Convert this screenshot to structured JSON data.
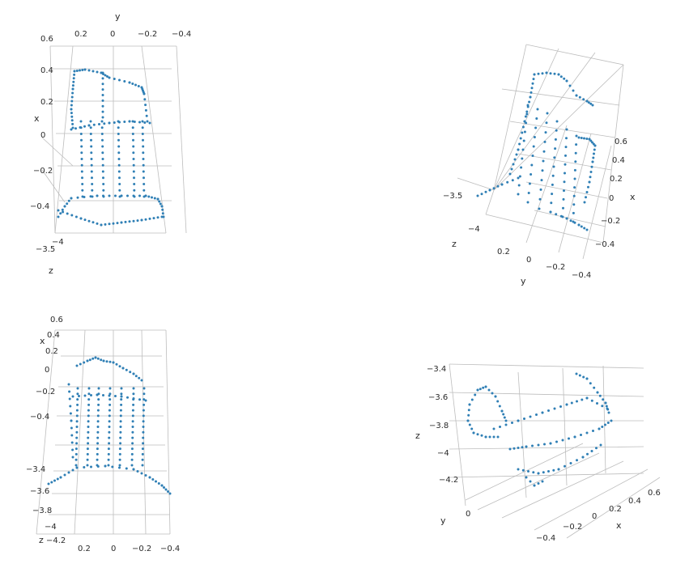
{
  "chart_data": [
    {
      "type": "scatter",
      "title": "",
      "view": "top",
      "axes": {
        "x": {
          "label": "x",
          "ticks": [
            "0.6",
            "0.4",
            "0.2",
            "0",
            "−0.2",
            "−0.4"
          ],
          "range": [
            -0.45,
            0.6
          ]
        },
        "y": {
          "label": "y",
          "ticks": [
            "0.2",
            "0",
            "−0.2",
            "−0.4"
          ],
          "range": [
            -0.45,
            0.3
          ]
        },
        "z": {
          "label": "z",
          "ticks": [
            "−3.5",
            "−4"
          ],
          "range": [
            -4.2,
            -3.4
          ]
        }
      },
      "grid": true,
      "color": "#2f7fb5",
      "series": [
        {
          "points": [
            [
              0.42,
              0.18,
              -3.45
            ],
            [
              0.44,
              0.12,
              -3.45
            ],
            [
              0.44,
              0.05,
              -3.45
            ],
            [
              0.42,
              0.0,
              -3.45
            ],
            [
              0.4,
              -0.06,
              -3.45
            ],
            [
              0.38,
              -0.12,
              -3.45
            ],
            [
              0.36,
              -0.18,
              -3.45
            ],
            [
              0.3,
              0.22,
              -3.5
            ],
            [
              0.2,
              0.22,
              -3.5
            ],
            [
              0.1,
              0.22,
              -3.5
            ],
            [
              0.05,
              0.22,
              -3.5
            ],
            [
              0.06,
              0.1,
              -3.6
            ],
            [
              0.06,
              0.0,
              -3.6
            ],
            [
              0.06,
              -0.1,
              -3.6
            ],
            [
              0.06,
              -0.2,
              -3.6
            ],
            [
              -0.3,
              0.25,
              -3.9
            ],
            [
              -0.3,
              0.15,
              -3.9
            ],
            [
              -0.3,
              0.05,
              -3.9
            ],
            [
              -0.3,
              -0.05,
              -3.9
            ],
            [
              -0.3,
              -0.15,
              -3.9
            ],
            [
              -0.3,
              -0.25,
              -3.9
            ],
            [
              -0.45,
              0.3,
              -4.1
            ],
            [
              -0.47,
              0.15,
              -4.1
            ],
            [
              -0.48,
              0.0,
              -4.1
            ],
            [
              -0.48,
              -0.15,
              -4.1
            ],
            [
              -0.47,
              -0.3,
              -4.1
            ]
          ]
        }
      ]
    },
    {
      "type": "scatter",
      "title": "",
      "view": "oblique",
      "axes": {
        "x": {
          "label": "x",
          "ticks": [
            "0.6",
            "0.4",
            "0.2",
            "0",
            "−0.2",
            "−0.4"
          ],
          "range": [
            -0.45,
            0.6
          ]
        },
        "y": {
          "label": "y",
          "ticks": [
            "0.2",
            "0",
            "−0.2",
            "−0.4"
          ],
          "range": [
            -0.45,
            0.3
          ]
        },
        "z": {
          "label": "z",
          "ticks": [
            "−3.5",
            "−4"
          ],
          "range": [
            -4.2,
            -3.4
          ]
        }
      },
      "grid": true,
      "color": "#2f7fb5",
      "series": [
        {
          "points": [
            [
              0.4,
              0.2,
              -3.5
            ],
            [
              0.35,
              0.15,
              -3.55
            ],
            [
              0.3,
              0.1,
              -3.6
            ],
            [
              0.25,
              0.05,
              -3.65
            ],
            [
              0.2,
              0.0,
              -3.7
            ],
            [
              0.1,
              -0.05,
              -3.75
            ],
            [
              0.0,
              -0.1,
              -3.8
            ],
            [
              -0.1,
              -0.15,
              -3.85
            ],
            [
              -0.2,
              -0.2,
              -3.9
            ],
            [
              -0.3,
              -0.25,
              -3.95
            ],
            [
              0.45,
              -0.1,
              -3.6
            ],
            [
              0.4,
              -0.2,
              -3.7
            ],
            [
              0.3,
              -0.3,
              -3.8
            ],
            [
              0.2,
              -0.35,
              -3.9
            ]
          ]
        }
      ]
    },
    {
      "type": "scatter",
      "title": "",
      "view": "front",
      "axes": {
        "x": {
          "label": "x",
          "ticks": [
            "0.6",
            "0.4",
            "0.2",
            "0",
            "−0.2",
            "−0.4"
          ],
          "range": [
            -0.45,
            0.6
          ]
        },
        "y": {
          "label": "",
          "ticks": [
            "0.2",
            "0",
            "−0.2",
            "−0.4"
          ],
          "range": [
            -0.45,
            0.3
          ]
        },
        "z": {
          "label": "z",
          "ticks": [
            "−3.4",
            "−3.6",
            "−3.8",
            "−4",
            "−4.2"
          ],
          "range": [
            -4.2,
            -3.4
          ]
        }
      },
      "grid": true,
      "color": "#2f7fb5",
      "series": [
        {
          "points": [
            [
              0.2,
              0.05,
              -3.5
            ],
            [
              0.1,
              0.05,
              -3.55
            ],
            [
              0.0,
              0.05,
              -3.6
            ],
            [
              -0.1,
              0.05,
              -3.65
            ],
            [
              -0.2,
              0.05,
              -3.7
            ],
            [
              0.2,
              -0.1,
              -3.6
            ],
            [
              0.1,
              -0.1,
              -3.65
            ],
            [
              0.0,
              -0.1,
              -3.7
            ],
            [
              -0.1,
              -0.1,
              -3.75
            ],
            [
              -0.2,
              -0.1,
              -3.8
            ],
            [
              0.25,
              0.2,
              -3.9
            ],
            [
              0.0,
              0.2,
              -3.95
            ],
            [
              -0.25,
              0.2,
              -4.0
            ]
          ]
        }
      ]
    },
    {
      "type": "scatter",
      "title": "",
      "view": "side",
      "axes": {
        "x": {
          "label": "x",
          "ticks": [
            "0.6",
            "0.4",
            "0.2",
            "0",
            "−0.2",
            "−0.4"
          ],
          "range": [
            -0.45,
            0.6
          ]
        },
        "y": {
          "label": "y",
          "ticks": [
            "0",
            "−0.4"
          ],
          "range": [
            -0.45,
            0.3
          ]
        },
        "z": {
          "label": "z",
          "ticks": [
            "−3.4",
            "−3.6",
            "−3.8",
            "−4",
            "−4.2"
          ],
          "range": [
            -4.2,
            -3.4
          ]
        }
      },
      "grid": true,
      "color": "#2f7fb5",
      "series": [
        {
          "points": [
            [
              0.6,
              0.1,
              -3.7
            ],
            [
              0.5,
              0.1,
              -3.75
            ],
            [
              0.4,
              0.1,
              -3.8
            ],
            [
              0.3,
              0.1,
              -3.85
            ],
            [
              0.2,
              0.1,
              -3.9
            ],
            [
              0.1,
              0.1,
              -3.95
            ],
            [
              0.0,
              0.1,
              -4.0
            ],
            [
              -0.1,
              0.1,
              -4.05
            ],
            [
              0.2,
              0.0,
              -3.6
            ],
            [
              0.0,
              -0.1,
              -3.65
            ],
            [
              -0.2,
              -0.2,
              -3.7
            ],
            [
              -0.35,
              -0.3,
              -3.75
            ]
          ]
        }
      ]
    }
  ],
  "labels": {
    "p1": {
      "x_title": "x",
      "y_title": "y",
      "z_title": "z",
      "y_ticks": [
        "0.2",
        "0",
        "−0.2",
        "−0.4"
      ],
      "x_ticks": [
        "0.6",
        "0.4",
        "0.2",
        "0",
        "−0.2",
        "−0.4"
      ],
      "z_ticks": [
        "−3.5",
        "−4"
      ]
    },
    "p2": {
      "x_title": "x",
      "y_title": "y",
      "z_title": "z",
      "x_ticks": [
        "0.6",
        "0.4",
        "0.2",
        "0",
        "−0.2",
        "−0.4"
      ],
      "y_ticks": [
        "0.2",
        "0",
        "−0.2",
        "−0.4"
      ],
      "z_ticks": [
        "−3.5",
        "−4"
      ]
    },
    "p3": {
      "x_title": "x",
      "z_title": "z",
      "x_ticks": [
        "0.6",
        "0.4",
        "0.2",
        "0",
        "−0.2",
        "−0.4"
      ],
      "z_ticks": [
        "−3.4",
        "−3.6",
        "−3.8",
        "−4",
        "−4.2"
      ],
      "y_ticks": [
        "0.2",
        "0",
        "−0.2",
        "−0.4"
      ]
    },
    "p4": {
      "x_title": "x",
      "y_title": "y",
      "z_title": "z",
      "z_ticks": [
        "−3.4",
        "−3.6",
        "−3.8",
        "−4",
        "−4.2"
      ],
      "y_ticks": [
        "0",
        "−0.4"
      ],
      "x_ticks": [
        "−0.2",
        "0",
        "0.2",
        "0.4",
        "0.6"
      ]
    }
  }
}
